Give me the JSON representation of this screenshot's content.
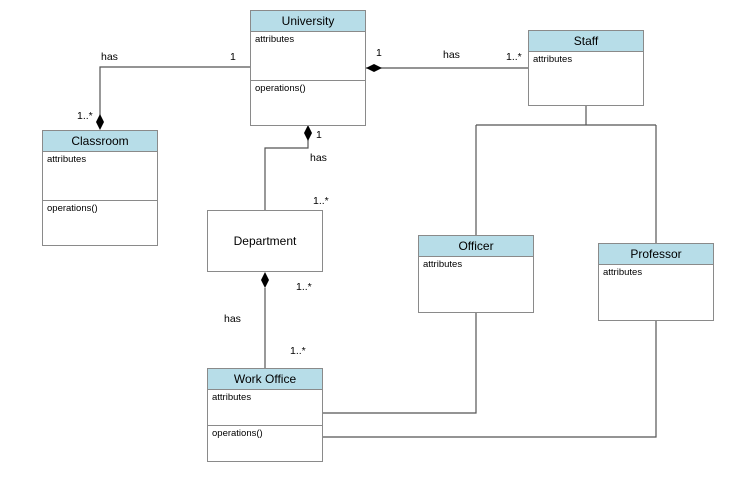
{
  "classes": {
    "university": {
      "name": "University",
      "attributes": "attributes",
      "operations": "operations()"
    },
    "staff": {
      "name": "Staff",
      "attributes": "attributes"
    },
    "classroom": {
      "name": "Classroom",
      "attributes": "attributes",
      "operations": "operations()"
    },
    "department": {
      "name": "Department"
    },
    "officer": {
      "name": "Officer",
      "attributes": "attributes"
    },
    "professor": {
      "name": "Professor",
      "attributes": "attributes"
    },
    "work_office": {
      "name": "Work Office",
      "attributes": "attributes",
      "operations": "operations()"
    }
  },
  "associations": {
    "university_classroom": {
      "label": "has",
      "university_end": "1",
      "classroom_end": "1..*"
    },
    "university_staff": {
      "label": "has",
      "university_end": "1",
      "staff_end": "1..*"
    },
    "university_department": {
      "label": "has",
      "university_end": "1",
      "department_end": "1..*"
    },
    "department_work_office": {
      "label": "has",
      "department_end": "1..*",
      "work_office_end": "1..*"
    }
  },
  "colors": {
    "header_fill": "#b7dde8",
    "border": "#8a8a8a",
    "line": "#555555"
  }
}
